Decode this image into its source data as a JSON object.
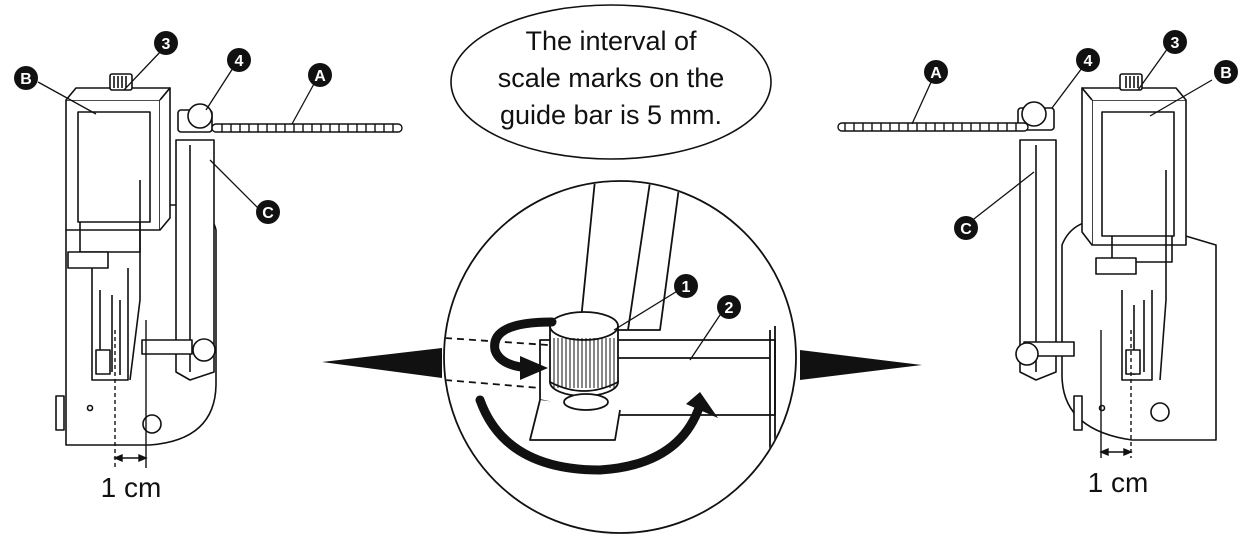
{
  "callout": {
    "lines": [
      "The interval of",
      "scale marks on the",
      "guide bar is 5 mm."
    ]
  },
  "measure_left": "1 cm",
  "measure_right": "1 cm",
  "markers": {
    "one": "1",
    "two": "2",
    "three": "3",
    "four": "4",
    "A": "A",
    "B": "B",
    "C": "C"
  },
  "colors": {
    "ink": "#111111",
    "paper": "#ffffff"
  }
}
